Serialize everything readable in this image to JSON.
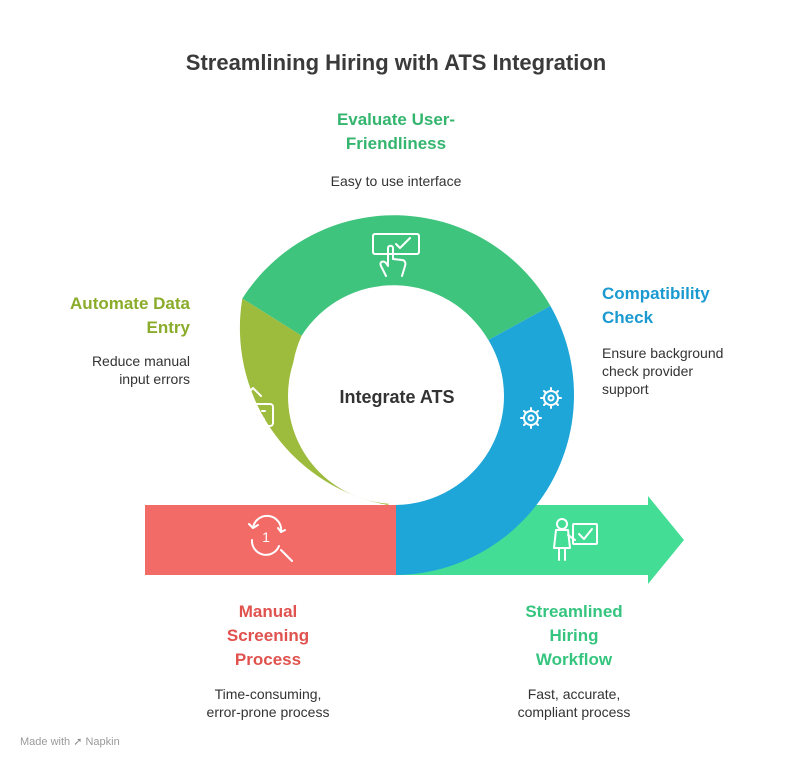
{
  "title": "Streamlining Hiring with ATS Integration",
  "center_label": "Integrate ATS",
  "colors": {
    "manual": "#f26b67",
    "automate": "#9dbb3c",
    "evaluate": "#3fc47d",
    "compatibility": "#1fa6d8",
    "streamlined": "#44dd96",
    "manual_text": "#e0524e",
    "automate_text": "#8aac2a",
    "evaluate_text": "#34b56e",
    "compatibility_text": "#1a9ad0",
    "streamlined_text": "#35c57f"
  },
  "stages": {
    "evaluate": {
      "title_line1": "Evaluate User-",
      "title_line2": "Friendliness",
      "desc": "Easy to use interface",
      "icon": "hand-touch-checkmark-icon"
    },
    "automate": {
      "title_line1": "Automate Data",
      "title_line2": "Entry",
      "desc_line1": "Reduce manual",
      "desc_line2": "input errors",
      "icon": "keyboard-icon"
    },
    "compatibility": {
      "title_line1": "Compatibility",
      "title_line2": "Check",
      "desc_line1": "Ensure background",
      "desc_line2": "check provider",
      "desc_line3": "support",
      "icon": "gears-icon"
    },
    "manual": {
      "title_line1": "Manual",
      "title_line2": "Screening",
      "title_line3": "Process",
      "desc_line1": "Time-consuming,",
      "desc_line2": "error-prone process",
      "icon": "search-clock-icon",
      "icon_number": "1"
    },
    "streamlined": {
      "title_line1": "Streamlined",
      "title_line2": "Hiring",
      "title_line3": "Workflow",
      "desc_line1": "Fast, accurate,",
      "desc_line2": "compliant process",
      "icon": "presenter-checkmark-icon"
    }
  },
  "footer": {
    "made_with": "Made with",
    "brand": "Napkin"
  }
}
